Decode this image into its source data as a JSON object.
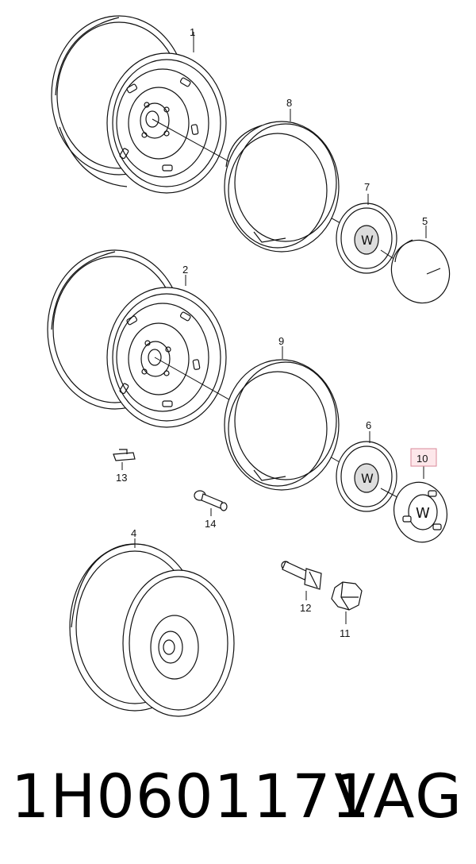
{
  "diagram": {
    "callouts": [
      {
        "id": "1",
        "label": "1"
      },
      {
        "id": "2",
        "label": "2"
      },
      {
        "id": "4",
        "label": "4"
      },
      {
        "id": "5",
        "label": "5"
      },
      {
        "id": "6",
        "label": "6"
      },
      {
        "id": "7",
        "label": "7"
      },
      {
        "id": "8",
        "label": "8"
      },
      {
        "id": "9",
        "label": "9"
      },
      {
        "id": "10",
        "label": "10",
        "highlighted": true
      },
      {
        "id": "11",
        "label": "11"
      },
      {
        "id": "12",
        "label": "12"
      },
      {
        "id": "13",
        "label": "13"
      },
      {
        "id": "14",
        "label": "14"
      }
    ],
    "highlight_color": "#fde7ea"
  },
  "footer": {
    "part_number": "1H0601171",
    "brand": "VAG"
  }
}
